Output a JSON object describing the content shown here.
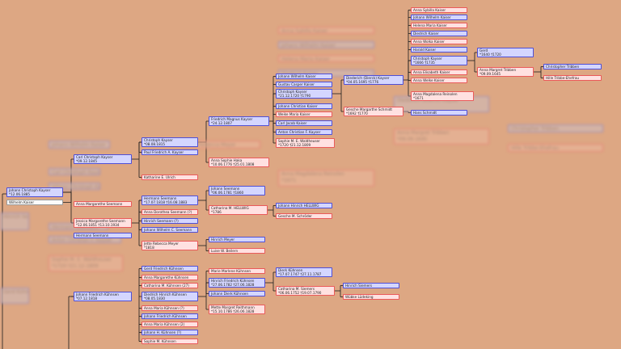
{
  "tree": {
    "persons": [
      {
        "id": "p1",
        "name": "Anna Sybilla Kaiser",
        "sex": "f"
      },
      {
        "id": "p2",
        "name": "Johann Wilhelm Kaiser",
        "sex": "m"
      },
      {
        "id": "p3",
        "name": "Helena Maria Kaiser",
        "sex": "f"
      },
      {
        "id": "p4",
        "name": "Diedrich Kaiser",
        "sex": "m"
      },
      {
        "id": "p5",
        "name": "Anna Wolka Kaiser",
        "sex": "f"
      },
      {
        "id": "p6",
        "name": "Harald Kaiser",
        "sex": "m"
      },
      {
        "id": "p7",
        "name": "Christoph Kayser",
        "line2": "*1666 †1735",
        "sex": "m"
      },
      {
        "id": "p8",
        "name": "Anna Elisabeth Kaiser",
        "sex": "f"
      },
      {
        "id": "p9",
        "name": "Anna Welke Kaiser",
        "sex": "f"
      },
      {
        "id": "p10",
        "name": "Anna Magdalena Reinolen",
        "line2": "*1671",
        "sex": "f"
      },
      {
        "id": "p11",
        "name": "Gerd",
        "line2": "*1640 †1720",
        "sex": "m"
      },
      {
        "id": "p12",
        "name": "Anna Margret Tribben",
        "line2": "*09.09.1645",
        "sex": "f"
      },
      {
        "id": "p13",
        "name": "Christopher Tribben",
        "sex": "m"
      },
      {
        "id": "p14",
        "name": "Hille Tribbe-Ehefrau",
        "sex": "f"
      },
      {
        "id": "p15",
        "name": "Johann Wilhelm Kaiser",
        "sex": "m"
      },
      {
        "id": "p16",
        "name": "Gustav Casper Kaiser",
        "sex": "m"
      },
      {
        "id": "p17",
        "name": "Christoph Kayser",
        "line2": "*21.12.1720 †1790",
        "sex": "m"
      },
      {
        "id": "p18",
        "name": "Johann Christian Kaiser",
        "sex": "m"
      },
      {
        "id": "p19",
        "name": "Weike Maria Kaiser",
        "sex": "f"
      },
      {
        "id": "p20",
        "name": "Carl Jacob Kaiser",
        "sex": "m"
      },
      {
        "id": "p21",
        "name": "Anton Christian F. Kayser",
        "sex": "m"
      },
      {
        "id": "p22",
        "name": "Sophie M. E. Waldheuser",
        "line2": "*1720 †21.12.1809",
        "sex": "f"
      },
      {
        "id": "p23",
        "name": "Diederich (Dierck) Kayser",
        "line2": "*04.05.1695 †1776",
        "sex": "m"
      },
      {
        "id": "p24",
        "name": "Gesche Margarthe Schmidt",
        "line2": "*1692 †1770",
        "sex": "f"
      },
      {
        "id": "p25",
        "name": "Hans Schmidt",
        "sex": "m"
      },
      {
        "id": "p26",
        "name": "Friedrich Magnus Kayser",
        "line2": "*24.12.1807",
        "sex": "m"
      },
      {
        "id": "p27",
        "name": "Anna Sophie Haka",
        "line2": "*10.06.1776 †25.01.1808",
        "sex": "f"
      },
      {
        "id": "p28",
        "name": "Christoph Kayser",
        "line2": "*08.08.1815",
        "sex": "m"
      },
      {
        "id": "p29",
        "name": "Paul Friedrich A. Kayser",
        "sex": "m"
      },
      {
        "id": "p30",
        "name": "Katharine E. Ulrich",
        "sex": "f"
      },
      {
        "id": "p31",
        "name": "Carl Christoph Kayser",
        "line2": "*09.12.1845",
        "sex": "m"
      },
      {
        "id": "p32",
        "name": "Johann Christoph Kayser",
        "line2": "*12.06.1885",
        "sex": "m"
      },
      {
        "id": "p33",
        "name": "Wilhelm Kaiser",
        "sex": "n"
      },
      {
        "id": "p34",
        "name": "Anna Margarethe Seemann",
        "sex": "f"
      },
      {
        "id": "p35",
        "name": "Jessica Margarethe Seemann",
        "line2": "*12.06.1851 †13.10.1934",
        "sex": "f"
      },
      {
        "id": "p36",
        "name": "Hermann Seemann",
        "sex": "m"
      },
      {
        "id": "p37",
        "name": "Hermann Seemann",
        "line2": "*17.07.1818 †16.08.1883",
        "sex": "m"
      },
      {
        "id": "p38",
        "name": "Anna Dorothea Seemann (?)",
        "sex": "f"
      },
      {
        "id": "p39",
        "name": "Hinrich Seemann (?)",
        "sex": "m"
      },
      {
        "id": "p40",
        "name": "Johann Wilhelm C. Seemann",
        "sex": "m"
      },
      {
        "id": "p41",
        "name": "Johann Seemann",
        "line2": "*06.06.1781 †1860",
        "sex": "m"
      },
      {
        "id": "p42",
        "name": "Catharina M. HELLWIG",
        "line2": "*1786",
        "sex": "f"
      },
      {
        "id": "p43",
        "name": "Johann Hinrich HELLWIG",
        "sex": "m"
      },
      {
        "id": "p44",
        "name": "Gesche M. Schröder",
        "sex": "f"
      },
      {
        "id": "p45",
        "name": "Jette Rebecca Meyer",
        "line2": "*1818",
        "sex": "f"
      },
      {
        "id": "p46",
        "name": "Hinrich Meyer",
        "sex": "m"
      },
      {
        "id": "p47",
        "name": "Luise W. Beilern",
        "sex": "f"
      },
      {
        "id": "p48",
        "name": "Johann Friedrich Kühnsen",
        "line2": "*07.12.1818",
        "sex": "m"
      },
      {
        "id": "p49",
        "name": "Gerd Friedrich Kühnsen",
        "sex": "m"
      },
      {
        "id": "p50",
        "name": "Anna Margarethe Kühnsen",
        "sex": "f"
      },
      {
        "id": "p51",
        "name": "Catharina M. Kühnsen (27)",
        "sex": "f"
      },
      {
        "id": "p52",
        "name": "Diedrich Hinrich Kühnsen",
        "line2": "*08.05.1830",
        "sex": "m"
      },
      {
        "id": "p53",
        "name": "Anna Maria Kühnsen (?)",
        "sex": "f"
      },
      {
        "id": "p54",
        "name": "Johann Friedrich Kühnsen",
        "sex": "m"
      },
      {
        "id": "p55",
        "name": "Anna Maria Kühnsen (2)",
        "sex": "f"
      },
      {
        "id": "p56",
        "name": "Johann H. Kühnsen (?)",
        "sex": "m"
      },
      {
        "id": "p57",
        "name": "Sophie M. Kühnsen",
        "sex": "f"
      },
      {
        "id": "p58",
        "name": "Marie Marlene Kühnsen",
        "sex": "f"
      },
      {
        "id": "p59",
        "name": "Hinrich Friedrich Kühnsen",
        "line2": "*27.06.1782 †27.06.1828",
        "sex": "m"
      },
      {
        "id": "p60",
        "name": "Johann Dierk Kühnsen",
        "sex": "m"
      },
      {
        "id": "p61",
        "name": "Mette Margret Reithmann",
        "line2": "*15.10.1786 †26.06.1828",
        "sex": "f"
      },
      {
        "id": "p62",
        "name": "Dierk Kühnsen",
        "line2": "*17.07.1747 †27.11.1787",
        "sex": "m"
      },
      {
        "id": "p63",
        "name": "Catharina M. Siemers",
        "line2": "*06.06.1752 †19.07.1790",
        "sex": "f"
      },
      {
        "id": "p64",
        "name": "Hinrich Siemers",
        "sex": "m"
      },
      {
        "id": "p65",
        "name": "Wübke Lüdeking",
        "sex": "f"
      }
    ],
    "ghosts": [
      {
        "name": "Anna Sybilla Kaiser",
        "sex": "f"
      },
      {
        "name": "Johann Wilhelm Kaiser",
        "sex": "m"
      },
      {
        "name": "Helena Maria Kaiser",
        "sex": "f"
      },
      {
        "name": "Diedrich Kaiser",
        "sex": "m"
      },
      {
        "name": "Diederich (Dierck) Kayser",
        "sex": "m"
      },
      {
        "name": "Anna Margret Tribben",
        "line2": "*09.09.1645",
        "sex": "f"
      },
      {
        "name": "Christopher Tribben",
        "sex": "m"
      },
      {
        "name": "Hille Tribbe-Ehefrau",
        "sex": "f"
      },
      {
        "name": "Anna Magdalena Reinolen",
        "line2": "*1671",
        "sex": "f"
      },
      {
        "name": "Johann Wilhelm Kaiser",
        "sex": "m"
      },
      {
        "name": "Carl Christoph Kayser",
        "sex": "m"
      },
      {
        "name": "Johann Christoph Kayser",
        "sex": "m"
      },
      {
        "name": "Hermann Seemann",
        "sex": "m"
      },
      {
        "name": "Sophie M. E. Waldheuser",
        "line2": "*1720 †21.12.1809",
        "sex": "f"
      },
      {
        "name": "Hinrich Seemann",
        "sex": "m"
      },
      {
        "name": "Anton Christian F. Kayser",
        "sex": "m"
      },
      {
        "name": "Jette Rebecca Meyer",
        "sex": "f"
      },
      {
        "name": "Gerd Kühnsen",
        "sex": "m"
      }
    ]
  }
}
